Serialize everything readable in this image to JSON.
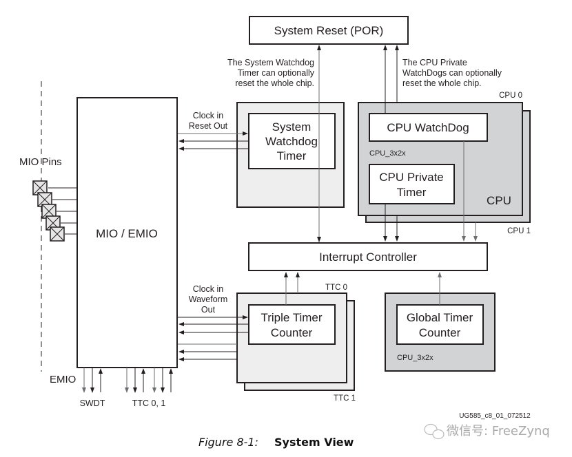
{
  "figure": {
    "caption_number": "Figure 8-1:",
    "caption_title": "System View",
    "doc_id": "UG585_c8_01_072512",
    "watermark": "微信号: FreeZynq"
  },
  "blocks": {
    "system_reset": "System Reset (POR)",
    "swdt": [
      "System",
      "Watchdog",
      "Timer"
    ],
    "cpu_watchdog": "CPU WatchDog",
    "cpu_private_timer": [
      "CPU Private",
      "Timer"
    ],
    "cpu_label": "CPU",
    "cpu_clock_label": "CPU_3x2x",
    "cpu0_label": "CPU 0",
    "cpu1_label": "CPU 1",
    "mio_emio": "MIO / EMIO",
    "interrupt_controller": "Interrupt Controller",
    "ttc": [
      "Triple Timer",
      "Counter"
    ],
    "ttc0_label": "TTC 0",
    "ttc1_label": "TTC 1",
    "global_timer": [
      "Global Timer",
      "Counter"
    ],
    "global_clock_label": "CPU_3x2x"
  },
  "annotations": {
    "swdt_note": [
      "The System Watchdog",
      "Timer can optionally",
      "reset the whole chip."
    ],
    "cpu_wdt_note": [
      "The CPU Private",
      "WatchDogs can optionally",
      "reset the whole chip."
    ],
    "swdt_signals": [
      "Clock in",
      "Reset Out"
    ],
    "ttc_signals": [
      "Clock in",
      "Waveform",
      "Out"
    ],
    "mio_pins": "MIO Pins",
    "emio": "EMIO",
    "swdt_emio": "SWDT",
    "ttc_emio": "TTC 0, 1"
  },
  "colors": {
    "line": "#231f20",
    "gray_line": "#6d6e71",
    "light_fill": "#eeeeee",
    "cpu_fill": "#d1d3d4"
  }
}
